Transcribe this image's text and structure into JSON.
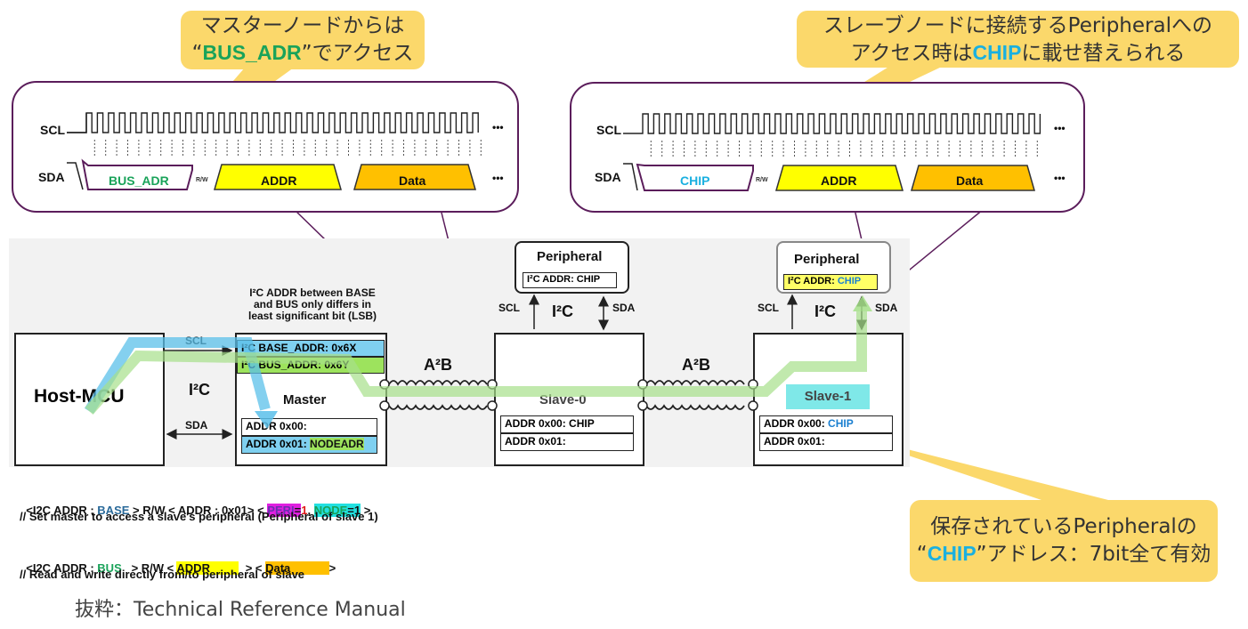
{
  "callouts": {
    "left_line1": "マスターノードからは",
    "left_q_open": "“",
    "left_hl": "BUS_ADR",
    "left_q_close": "”でアクセス",
    "right_line1": "スレーブノードに接続するPeripheralへの",
    "right_pre": "アクセス時は",
    "right_hl": "CHIP",
    "right_post": "に載せ替えられる",
    "bottom_line1": "保存されているPeripheralの",
    "bottom_q_open": "“",
    "bottom_hl": "CHIP",
    "bottom_q_close": "”アドレス：7bit全て有効"
  },
  "timing_left": {
    "scl": "SCL",
    "sda": "SDA",
    "addr0": "BUS_ADR",
    "rw": "R/W",
    "addr": "ADDR",
    "data": "Data",
    "dots": "•••"
  },
  "timing_right": {
    "scl": "SCL",
    "sda": "SDA",
    "addr0": "CHIP",
    "rw": "R/W",
    "addr": "ADDR",
    "data": "Data",
    "dots": "•••"
  },
  "diagram": {
    "host": "Host-MCU",
    "scl": "SCL",
    "sda": "SDA",
    "i2c": "I²C",
    "note1": "I²C ADDR between BASE",
    "note2": "and BUS only differs in",
    "note3": "least significant bit (LSB)",
    "base_addr": "I²C BASE_ADDR:  0x6X",
    "bus_addr": "I²C BUS_ADDR:  0x6Y",
    "master": "Master",
    "master_addr0": "ADDR 0x00:",
    "master_addr1": "ADDR 0x01: ",
    "master_nodeadr": "NODEADR",
    "a2b": "A²B",
    "slave0": "Slave-0",
    "slave0_addr0": "ADDR 0x00: CHIP",
    "slave0_addr1": "ADDR 0x01:",
    "slave1": "Slave-1",
    "slave1_addr0_pre": "ADDR 0x00: ",
    "slave1_addr0_hl": "CHIP",
    "slave1_addr1": "ADDR 0x01:",
    "peripheral": "Peripheral",
    "periph0_addr": "I²C ADDR: CHIP",
    "periph1_addr_pre": "I²C ADDR: ",
    "periph1_addr_hl": "CHIP"
  },
  "code": {
    "l1_a": "<I2C ADDR : ",
    "l1_base": "BASE",
    "l1_b": " > R/W < ADDR : 0x01> < ",
    "l1_perv": "PERI",
    "l1_eq1": "=",
    "l1_one1": "1",
    "l1_comma": ", ",
    "l1_node": "NODE",
    "l1_eq2": "=1",
    "l1_end": " >",
    "l2": "// Set master to access a slave's peripheral (Peripheral of slave 1)",
    "l3_a": "<I2C ADDR : ",
    "l3_bus": "BUS",
    "l3_b": "   > R/W < ",
    "l3_addr": "ADDR         ",
    "l3_c": "  > < ",
    "l3_data": "Data            ",
    "l3_end": ">",
    "l4": "// Read and write directly from/to peripheral of slave"
  },
  "source": "抜粋：Technical Reference Manual",
  "colors": {
    "callout": "#fbd86b",
    "green": "#1aa35a",
    "cyan": "#1ab0e0",
    "yellow": "#ffff00",
    "orange": "#ffc000",
    "bubble_border": "#5b1d5b"
  }
}
